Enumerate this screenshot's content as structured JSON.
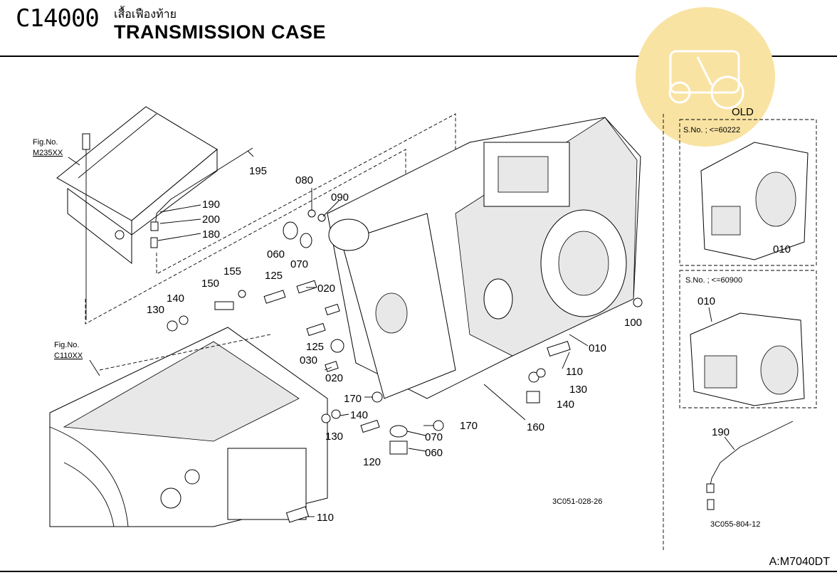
{
  "header": {
    "code": "C14000",
    "thai_title": "เสื้อเฟืองท้าย",
    "title": "TRANSMISSION CASE"
  },
  "footer": {
    "model": "A:M7040DT"
  },
  "figure_refs": [
    {
      "label": "Fig.No.",
      "ref": "M235XX"
    },
    {
      "label": "Fig.No.",
      "ref": "C110XX"
    }
  ],
  "drawing_codes": {
    "main": "3C051-028-26",
    "inset": "3C055-804-12"
  },
  "inset": {
    "title": "OLD",
    "old_sn": "S.No. ; <=60222",
    "new_sn": "S.No. ; <=60900",
    "old_part": "010",
    "new_part": "010",
    "hose_part": "190"
  },
  "callouts": {
    "c195": "195",
    "c190": "190",
    "c200": "200",
    "c180": "180",
    "c080": "080",
    "c090": "090",
    "c060a": "060",
    "c070a": "070",
    "c155": "155",
    "c150": "150",
    "c125a": "125",
    "c020a": "020",
    "c140a": "140",
    "c130a": "130",
    "c125b": "125",
    "c030": "030",
    "c020b": "020",
    "c170a": "170",
    "c140b": "140",
    "c130b": "130",
    "c120": "120",
    "c070b": "070",
    "c060b": "060",
    "c170b": "170",
    "c160": "160",
    "c140c": "140",
    "c130c": "130",
    "c110a": "110",
    "c010": "010",
    "c100": "100",
    "c110b": "110"
  },
  "watermark": {
    "color": "#f9e3a3"
  }
}
